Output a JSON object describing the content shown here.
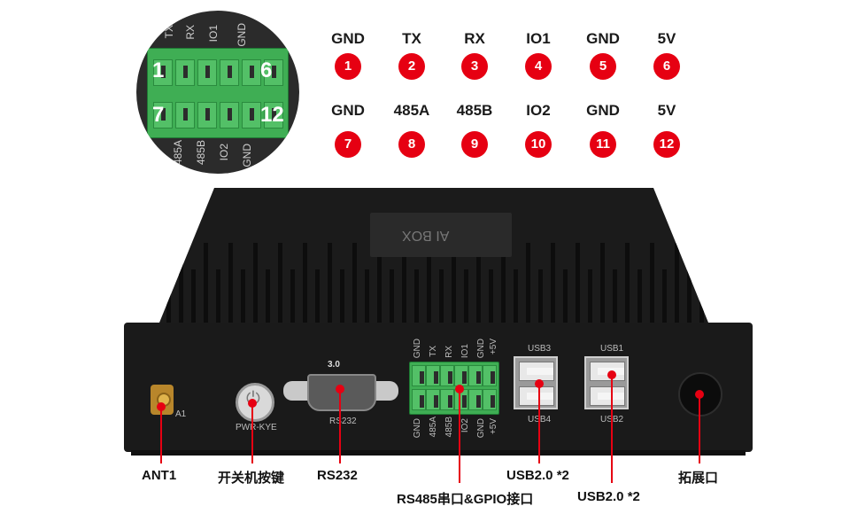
{
  "pinout": {
    "row1": [
      {
        "name": "GND",
        "num": "1"
      },
      {
        "name": "TX",
        "num": "2"
      },
      {
        "name": "RX",
        "num": "3"
      },
      {
        "name": "IO1",
        "num": "4"
      },
      {
        "name": "GND",
        "num": "5"
      },
      {
        "name": "5V",
        "num": "6"
      }
    ],
    "row2": [
      {
        "name": "GND",
        "num": "7"
      },
      {
        "name": "485A",
        "num": "8"
      },
      {
        "name": "485B",
        "num": "9"
      },
      {
        "name": "IO2",
        "num": "10"
      },
      {
        "name": "GND",
        "num": "11"
      },
      {
        "name": "5V",
        "num": "12"
      }
    ]
  },
  "inset": {
    "top_labels": [
      "TX",
      "RX",
      "IO1",
      "GND"
    ],
    "bottom_labels": [
      "485A",
      "485B",
      "IO2",
      "GND"
    ],
    "num_tl": "1",
    "num_tr": "6",
    "num_bl": "7",
    "num_br": "12"
  },
  "device": {
    "top_logo": "AI BOX",
    "rs232_top": "3.0",
    "rs232_label": "RS232",
    "pwr_label": "PWR-KYE",
    "ant_label": "A1",
    "tb_top_labels": [
      "GND",
      "TX",
      "RX",
      "IO1",
      "GND",
      "+5V"
    ],
    "tb_bottom_labels": [
      "GND",
      "485A",
      "485B",
      "IO2",
      "GND",
      "+5V"
    ],
    "usb_labels": [
      "USB3",
      "USB4",
      "USB1",
      "USB2"
    ]
  },
  "callouts": {
    "ant1": "ANT1",
    "power": "开关机按键",
    "rs232": "RS232",
    "rs485": "RS485串口&GPIO接口",
    "usb_left": "USB2.0 *2",
    "usb_right": "USB2.0 *2",
    "expansion": "拓展口"
  },
  "colors": {
    "accent": "#e60012",
    "terminal": "#3fae54",
    "device": "#1a1a1a"
  }
}
